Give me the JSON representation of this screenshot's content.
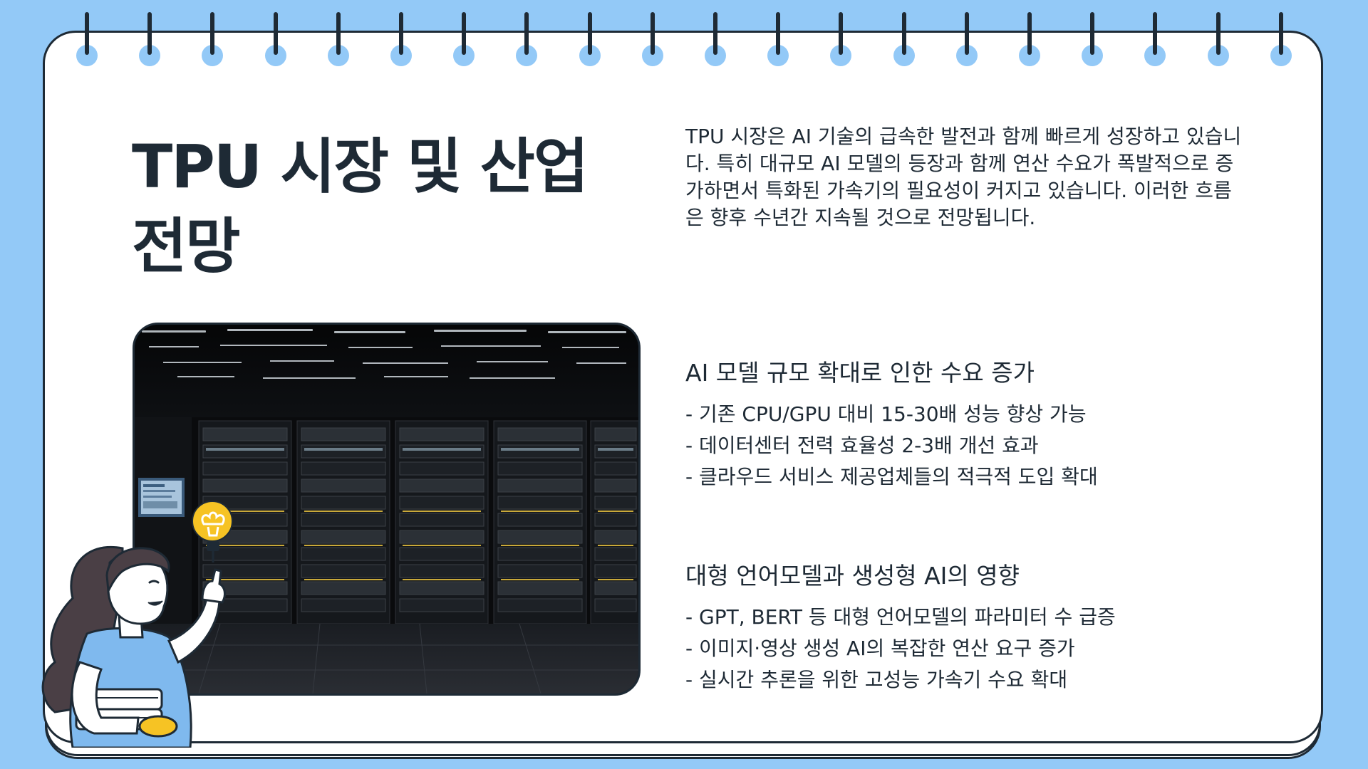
{
  "title": "TPU 시장 및 산업 전망",
  "intro": "TPU 시장은 AI 기술의 급속한 발전과 함께 빠르게 성장하고 있습니다. 특히 대규모 AI 모델의 등장과 함께 연산 수요가 폭발적으로 증가하면서 특화된 가속기의 필요성이 커지고 있습니다. 이러한 흐름은 향후 수년간 지속될 것으로 전망됩니다.",
  "sections": [
    {
      "heading": "AI 모델 규모 확대로 인한 수요 증가",
      "items": [
        "기존 CPU/GPU 대비 15-30배 성능 향상 가능",
        "데이터센터 전력 효율성 2-3배 개선 효과",
        "클라우드 서비스 제공업체들의 적극적 도입 확대"
      ]
    },
    {
      "heading": "대형 언어모델과 생성형 AI의 영향",
      "items": [
        "GPT, BERT 등 대형 언어모델의 파라미터 수 급증",
        "이미지·영상 생성 AI의 복잡한 연산 요구 증가",
        "실시간 추론을 위한 고성능 가속기 수요 확대"
      ]
    }
  ],
  "image": {
    "subject": "server-racks-datacenter-photo"
  },
  "colors": {
    "background": "#93c9f7",
    "page": "#ffffff",
    "ink": "#1e2a35",
    "bulb": "#f6c324",
    "shirt": "#7fb9ee",
    "books": "#f6c324"
  }
}
